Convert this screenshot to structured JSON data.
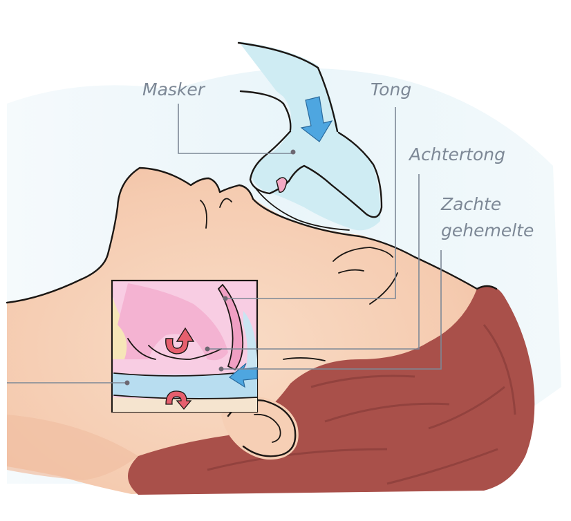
{
  "labels": {
    "masker": "Masker",
    "tong": "Tong",
    "achtertong": "Achtertong",
    "zachte_1": "Zachte",
    "zachte_2": "gehemelte"
  },
  "colors": {
    "skin": "#f7d2b8",
    "skin_shadow": "#f0b99c",
    "hair": "#a9504a",
    "mask": "#cfecf3",
    "airflow_arrow": "#4ea6e0",
    "tongue": "#f4b3d2",
    "inset_airway": "#b8ddf0",
    "inset_arrow": "#e65f6e",
    "leader_line": "#7d8896"
  },
  "icons": {
    "airflow_arrow": "arrow-down-blue-icon",
    "inset_airflow_arrow": "arrow-left-blue-icon",
    "tongue_up_arrow": "curved-arrow-up-icon",
    "palate_arrow": "curved-arrow-icon"
  }
}
